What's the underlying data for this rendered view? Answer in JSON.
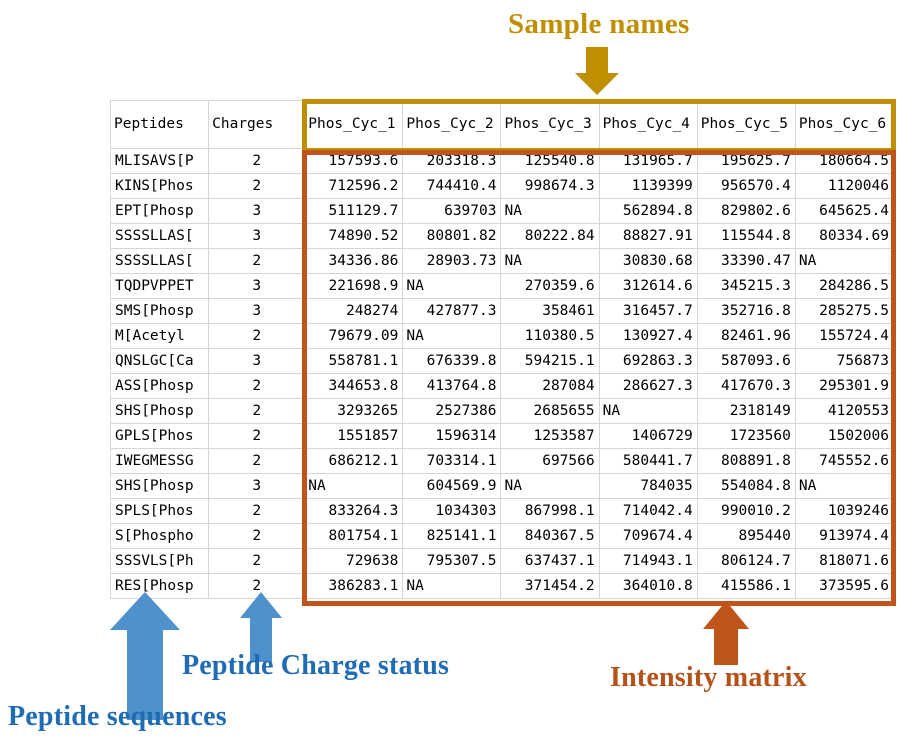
{
  "annotations": {
    "sample_names": "Sample names",
    "peptide_charge_status": "Peptide Charge status",
    "peptide_sequences": "Peptide sequences",
    "intensity_matrix": "Intensity matrix",
    "colors": {
      "sample_names": "#bf8f00",
      "peptide_blue": "#1f6cb4",
      "arrow_blue": "#4f91cd",
      "intensity_orange": "#c0551c",
      "header_blue_bg": "#a9c9e8",
      "header_yellow_bg": "#ffff00"
    }
  },
  "table": {
    "headers": {
      "peptides": "Peptides",
      "charges": "Charges",
      "samples": [
        "Phos_Cyc_1",
        "Phos_Cyc_2",
        "Phos_Cyc_3",
        "Phos_Cyc_4",
        "Phos_Cyc_5",
        "Phos_Cyc_6"
      ]
    },
    "rows": [
      {
        "peptide": "MLISAVS[P",
        "charge": "2",
        "values": [
          "157593.6",
          "203318.3",
          "125540.8",
          "131965.7",
          "195625.7",
          "180664.5"
        ]
      },
      {
        "peptide": "KINS[Phos",
        "charge": "2",
        "values": [
          "712596.2",
          "744410.4",
          "998674.3",
          "1139399",
          "956570.4",
          "1120046"
        ]
      },
      {
        "peptide": "EPT[Phosp",
        "charge": "3",
        "values": [
          "511129.7",
          "639703",
          "NA",
          "562894.8",
          "829802.6",
          "645625.4"
        ]
      },
      {
        "peptide": "SSSSLLAS[",
        "charge": "3",
        "values": [
          "74890.52",
          "80801.82",
          "80222.84",
          "88827.91",
          "115544.8",
          "80334.69"
        ]
      },
      {
        "peptide": "SSSSLLAS[",
        "charge": "2",
        "values": [
          "34336.86",
          "28903.73",
          "NA",
          "30830.68",
          "33390.47",
          "NA"
        ]
      },
      {
        "peptide": "TQDPVPPET",
        "charge": "3",
        "values": [
          "221698.9",
          "NA",
          "270359.6",
          "312614.6",
          "345215.3",
          "284286.5"
        ]
      },
      {
        "peptide": "SMS[Phosp",
        "charge": "3",
        "values": [
          "248274",
          "427877.3",
          "358461",
          "316457.7",
          "352716.8",
          "285275.5"
        ]
      },
      {
        "peptide": "M[Acetyl",
        "charge": "2",
        "values": [
          "79679.09",
          "NA",
          "110380.5",
          "130927.4",
          "82461.96",
          "155724.4"
        ]
      },
      {
        "peptide": "QNSLGC[Ca",
        "charge": "3",
        "values": [
          "558781.1",
          "676339.8",
          "594215.1",
          "692863.3",
          "587093.6",
          "756873"
        ]
      },
      {
        "peptide": "ASS[Phosp",
        "charge": "2",
        "values": [
          "344653.8",
          "413764.8",
          "287084",
          "286627.3",
          "417670.3",
          "295301.9"
        ]
      },
      {
        "peptide": "SHS[Phosp",
        "charge": "2",
        "values": [
          "3293265",
          "2527386",
          "2685655",
          "NA",
          "2318149",
          "4120553"
        ]
      },
      {
        "peptide": "GPLS[Phos",
        "charge": "2",
        "values": [
          "1551857",
          "1596314",
          "1253587",
          "1406729",
          "1723560",
          "1502006"
        ]
      },
      {
        "peptide": "IWEGMESSG",
        "charge": "2",
        "values": [
          "686212.1",
          "703314.1",
          "697566",
          "580441.7",
          "808891.8",
          "745552.6"
        ]
      },
      {
        "peptide": "SHS[Phosp",
        "charge": "3",
        "values": [
          "NA",
          "604569.9",
          "NA",
          "784035",
          "554084.8",
          "NA"
        ]
      },
      {
        "peptide": "SPLS[Phos",
        "charge": "2",
        "values": [
          "833264.3",
          "1034303",
          "867998.1",
          "714042.4",
          "990010.2",
          "1039246"
        ]
      },
      {
        "peptide": "S[Phospho",
        "charge": "2",
        "values": [
          "801754.1",
          "825141.1",
          "840367.5",
          "709674.4",
          "895440",
          "913974.4"
        ]
      },
      {
        "peptide": "SSSVLS[Ph",
        "charge": "2",
        "values": [
          "729638",
          "795307.5",
          "637437.1",
          "714943.1",
          "806124.7",
          "818071.6"
        ]
      },
      {
        "peptide": "RES[Phosp",
        "charge": "2",
        "values": [
          "386283.1",
          "NA",
          "371454.2",
          "364010.8",
          "415586.1",
          "373595.6"
        ]
      }
    ]
  }
}
